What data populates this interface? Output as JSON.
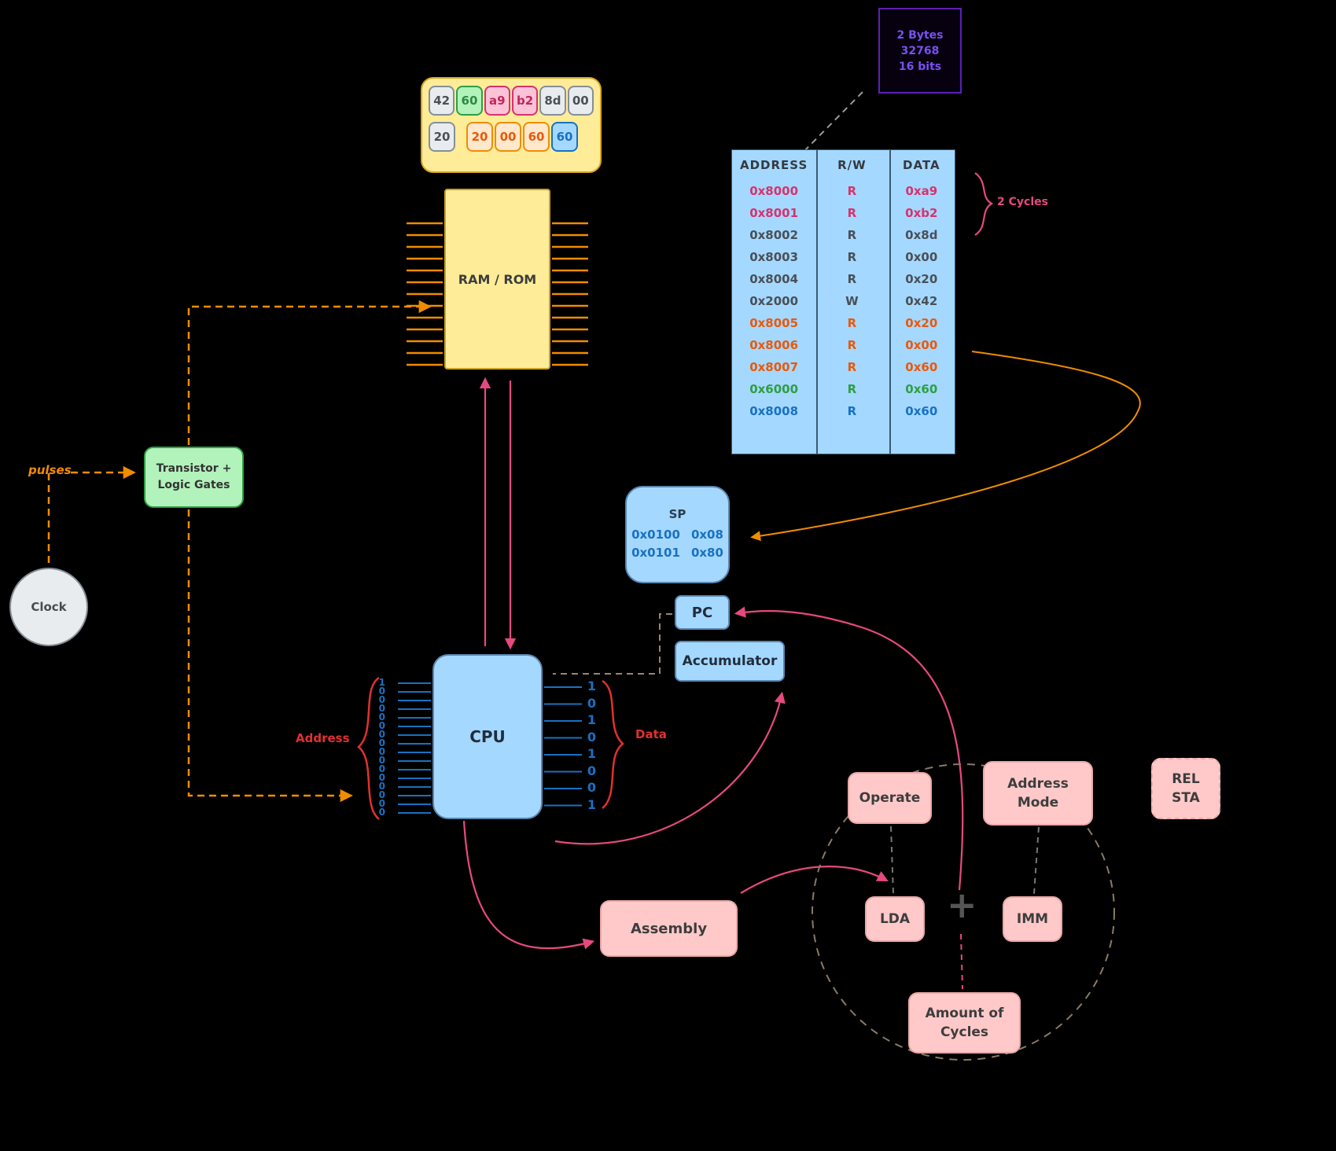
{
  "colors": {
    "accent_orange": "#f08c00",
    "accent_pink": "#e64980",
    "accent_red": "#e03131",
    "accent_blue": "#1971c2",
    "accent_green": "#2f9e44",
    "accent_purple": "#7950f2"
  },
  "memory_strip": {
    "rows": [
      [
        {
          "value": "42",
          "color": "gray"
        },
        {
          "value": "60",
          "color": "green"
        },
        {
          "value": "a9",
          "color": "pink"
        },
        {
          "value": "b2",
          "color": "pink"
        },
        {
          "value": "8d",
          "color": "gray"
        },
        {
          "value": "00",
          "color": "gray"
        }
      ],
      [
        {
          "value": "20",
          "color": "gray"
        },
        {
          "value": "20",
          "color": "orange"
        },
        {
          "value": "00",
          "color": "orange"
        },
        {
          "value": "60",
          "color": "orange"
        },
        {
          "value": "60",
          "color": "blue"
        }
      ]
    ]
  },
  "ram_rom_label": "RAM / ROM",
  "info_box": {
    "lines": [
      "2 Bytes",
      "32768",
      "16 bits"
    ]
  },
  "bus_table": {
    "headers": [
      "ADDRESS",
      "R/W",
      "DATA"
    ],
    "rows": [
      {
        "address": "0x8000",
        "rw": "R",
        "data": "0xa9",
        "color": "pink"
      },
      {
        "address": "0x8001",
        "rw": "R",
        "data": "0xb2",
        "color": "pink"
      },
      {
        "address": "0x8002",
        "rw": "R",
        "data": "0x8d",
        "color": "gray"
      },
      {
        "address": "0x8003",
        "rw": "R",
        "data": "0x00",
        "color": "gray"
      },
      {
        "address": "0x8004",
        "rw": "R",
        "data": "0x20",
        "color": "gray"
      },
      {
        "address": "0x2000",
        "rw": "W",
        "data": "0x42",
        "color": "gray"
      },
      {
        "address": "0x8005",
        "rw": "R",
        "data": "0x20",
        "color": "orange"
      },
      {
        "address": "0x8006",
        "rw": "R",
        "data": "0x00",
        "color": "orange"
      },
      {
        "address": "0x8007",
        "rw": "R",
        "data": "0x60",
        "color": "orange"
      },
      {
        "address": "0x6000",
        "rw": "R",
        "data": "0x60",
        "color": "green"
      },
      {
        "address": "0x8008",
        "rw": "R",
        "data": "0x60",
        "color": "blue"
      }
    ]
  },
  "cycles_label": "2 Cycles",
  "clock_label": "Clock",
  "pulses_label": "pulses",
  "transistor_lines": [
    "Transistor +",
    "Logic Gates"
  ],
  "sp": {
    "title": "SP",
    "rows": [
      {
        "address": "0x0100",
        "value": "0x08"
      },
      {
        "address": "0x0101",
        "value": "0x80"
      }
    ]
  },
  "pc_label": "PC",
  "accumulator_label": "Accumulator",
  "cpu": {
    "label": "CPU",
    "address_bits": "1000000000000000",
    "data_bits": "10101001"
  },
  "bus_labels": {
    "address": "Address",
    "data": "Data"
  },
  "assembly_label": "Assembly",
  "instruction_group": {
    "operate": "Operate",
    "address_mode_lines": [
      "Address",
      "Mode"
    ],
    "lda": "LDA",
    "imm": "IMM",
    "plus": "+",
    "amount_lines": [
      "Amount of",
      "Cycles"
    ],
    "rel_sta_lines": [
      "REL",
      "STA"
    ]
  }
}
